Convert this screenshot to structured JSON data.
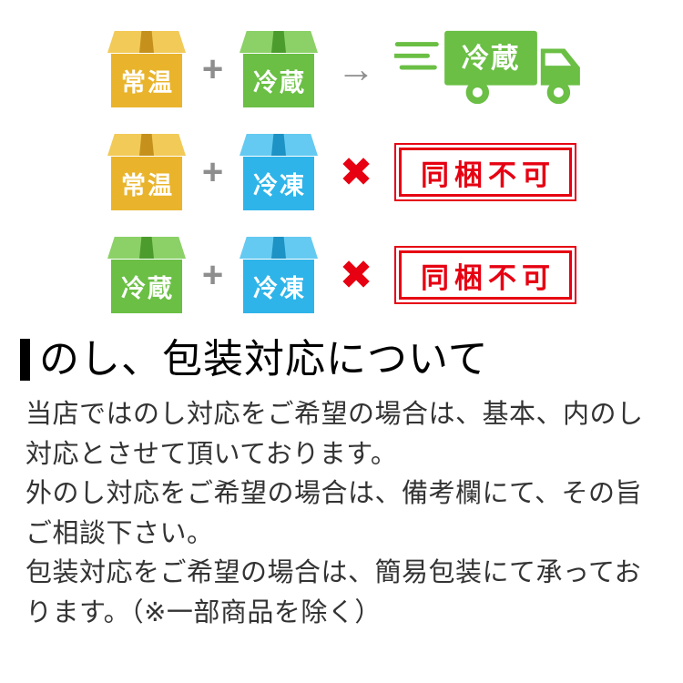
{
  "diagram": {
    "rows": [
      {
        "left_box": {
          "label": "常温",
          "color": "yellow"
        },
        "operator": "+",
        "right_box": {
          "label": "冷蔵",
          "color": "green"
        },
        "result_symbol": "→",
        "result": "truck",
        "truck_label": "冷蔵"
      },
      {
        "left_box": {
          "label": "常温",
          "color": "yellow"
        },
        "operator": "+",
        "right_box": {
          "label": "冷凍",
          "color": "blue"
        },
        "result_symbol": "✖",
        "result": "stamp",
        "stamp_label": "同梱不可"
      },
      {
        "left_box": {
          "label": "冷蔵",
          "color": "green"
        },
        "operator": "+",
        "right_box": {
          "label": "冷凍",
          "color": "blue"
        },
        "result_symbol": "✖",
        "result": "stamp",
        "stamp_label": "同梱不可"
      }
    ]
  },
  "section": {
    "title": "のし、包装対応について",
    "paragraphs": [
      "当店ではのし対応をご希望の場合は、基本、内のし\n対応とさせて頂いております。",
      "外のし対応をご希望の場合は、備考欄にて、その旨\nご相談下さい。",
      "包装対応をご希望の場合は、簡易包装にて承ってお\nります。（※一部商品を除く）"
    ]
  },
  "colors": {
    "box_yellow": "#e9b42c",
    "box_yellow_light": "#f2ca58",
    "box_yellow_dark": "#c5911c",
    "box_green": "#6abf44",
    "box_green_light": "#8bd167",
    "box_green_dark": "#4c9c2d",
    "box_blue": "#2eb4e9",
    "box_blue_light": "#64caf1",
    "box_blue_dark": "#1d92c4",
    "symbol_gray": "#8e8e8e",
    "stamp_red": "#e60012",
    "heading_color": "#000000",
    "body_text_color": "#333333",
    "background": "#ffffff"
  }
}
